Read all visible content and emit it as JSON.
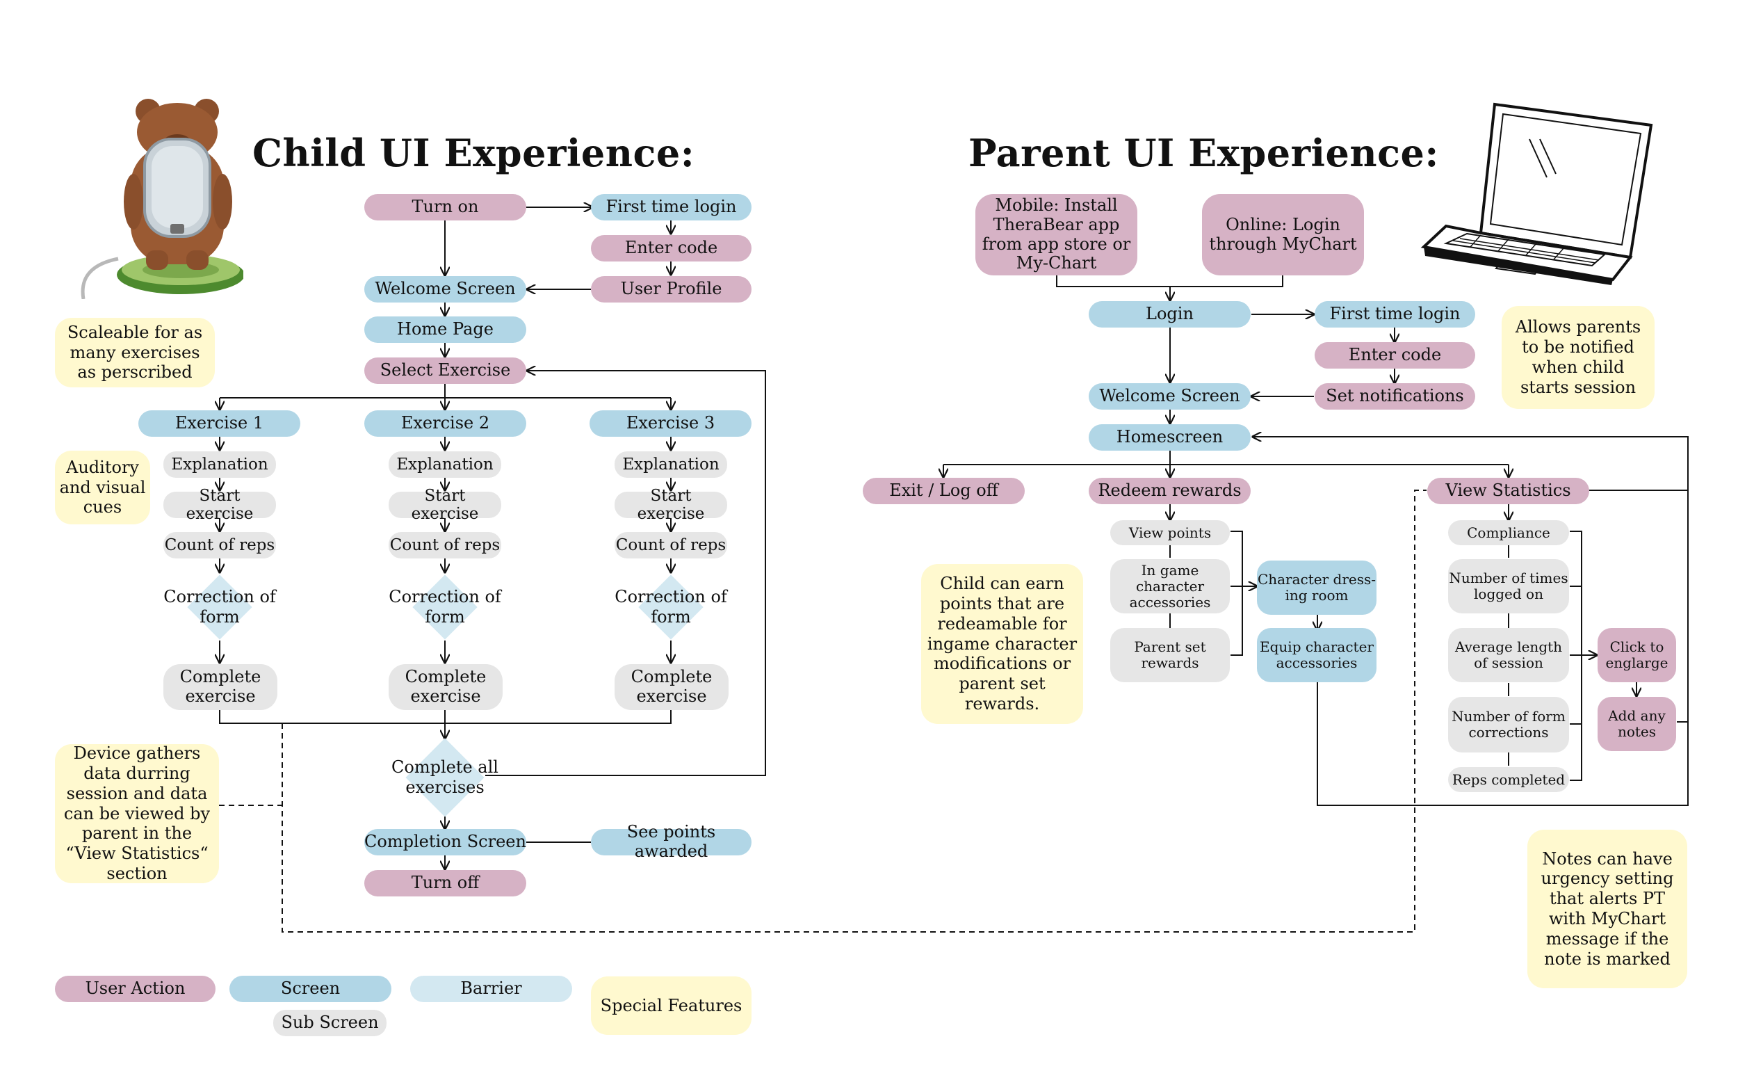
{
  "titles": {
    "child": "Child UI Experience:",
    "parent": "Parent UI Experience:"
  },
  "colors": {
    "user_action": "#d6b2c5",
    "screen": "#b1d6e6",
    "barrier": "#d3e8f1",
    "sub_screen": "#e6e6e6",
    "special": "#fff9cf"
  },
  "child": {
    "turn_on": "Turn on",
    "first_login": "First time login",
    "enter_code": "Enter code",
    "user_profile": "User Profile",
    "welcome": "Welcome Screen",
    "home": "Home Page",
    "select_exercise": "Select Exercise",
    "exercises": [
      {
        "name": "Exercise 1",
        "explanation": "Explanation",
        "start": "Start exercise",
        "count": "Count of reps",
        "correction": "Correction of form",
        "complete": "Complete exercise"
      },
      {
        "name": "Exercise 2",
        "explanation": "Explanation",
        "start": "Start exercise",
        "count": "Count of reps",
        "correction": "Correction of form",
        "complete": "Complete exercise"
      },
      {
        "name": "Exercise 3",
        "explanation": "Explanation",
        "start": "Start exercise",
        "count": "Count of reps",
        "correction": "Correction of form",
        "complete": "Complete exercise"
      }
    ],
    "complete_all": "Complete all exercises",
    "completion_screen": "Completion Screen",
    "points": "See points awarded",
    "turn_off": "Turn off",
    "notes": {
      "scaleable": "Scaleable for as many exercises as perscribed",
      "auditory": "Auditory and visual cues",
      "device": "Device gathers data durring session and data can be viewed by parent in the “View Statistics“ section"
    }
  },
  "parent": {
    "mobile": "Mobile: Install TheraBear app from app store or My-Chart",
    "online": "Online: Login through MyChart",
    "login": "Login",
    "first_login": "First time login",
    "enter_code": "Enter code",
    "set_notifications": "Set notifications",
    "welcome": "Welcome Screen",
    "homescreen": "Homescreen",
    "exit": "Exit / Log off",
    "redeem": "Redeem rewards",
    "view_points": "View points",
    "in_game": "In game character accessories",
    "parent_set": "Parent set rewards",
    "dressing": "Character dress-ing room",
    "equip": "Equip character accessories",
    "view_stats": "View Statistics",
    "compliance": "Compliance",
    "times_logged": "Number of times logged on",
    "avg_length": "Average length of session",
    "form_corrections": "Number of form corrections",
    "reps": "Reps completed",
    "click": "Click to englarge",
    "add_notes": "Add any notes",
    "notes": {
      "allows": "Allows parents to be notified when child starts session",
      "earn": "Child can earn points that are redeamable for ingame character modifications or parent set rewards.",
      "urgency": "Notes can have urgency setting that alerts PT with MyChart message if the note is marked"
    }
  },
  "legend": {
    "user_action": "User Action",
    "screen": "Screen",
    "barrier": "Barrier",
    "sub_screen": "Sub Screen",
    "special": "Special Features"
  },
  "icons": {
    "bear": "bear-device-icon",
    "laptop": "laptop-icon"
  }
}
